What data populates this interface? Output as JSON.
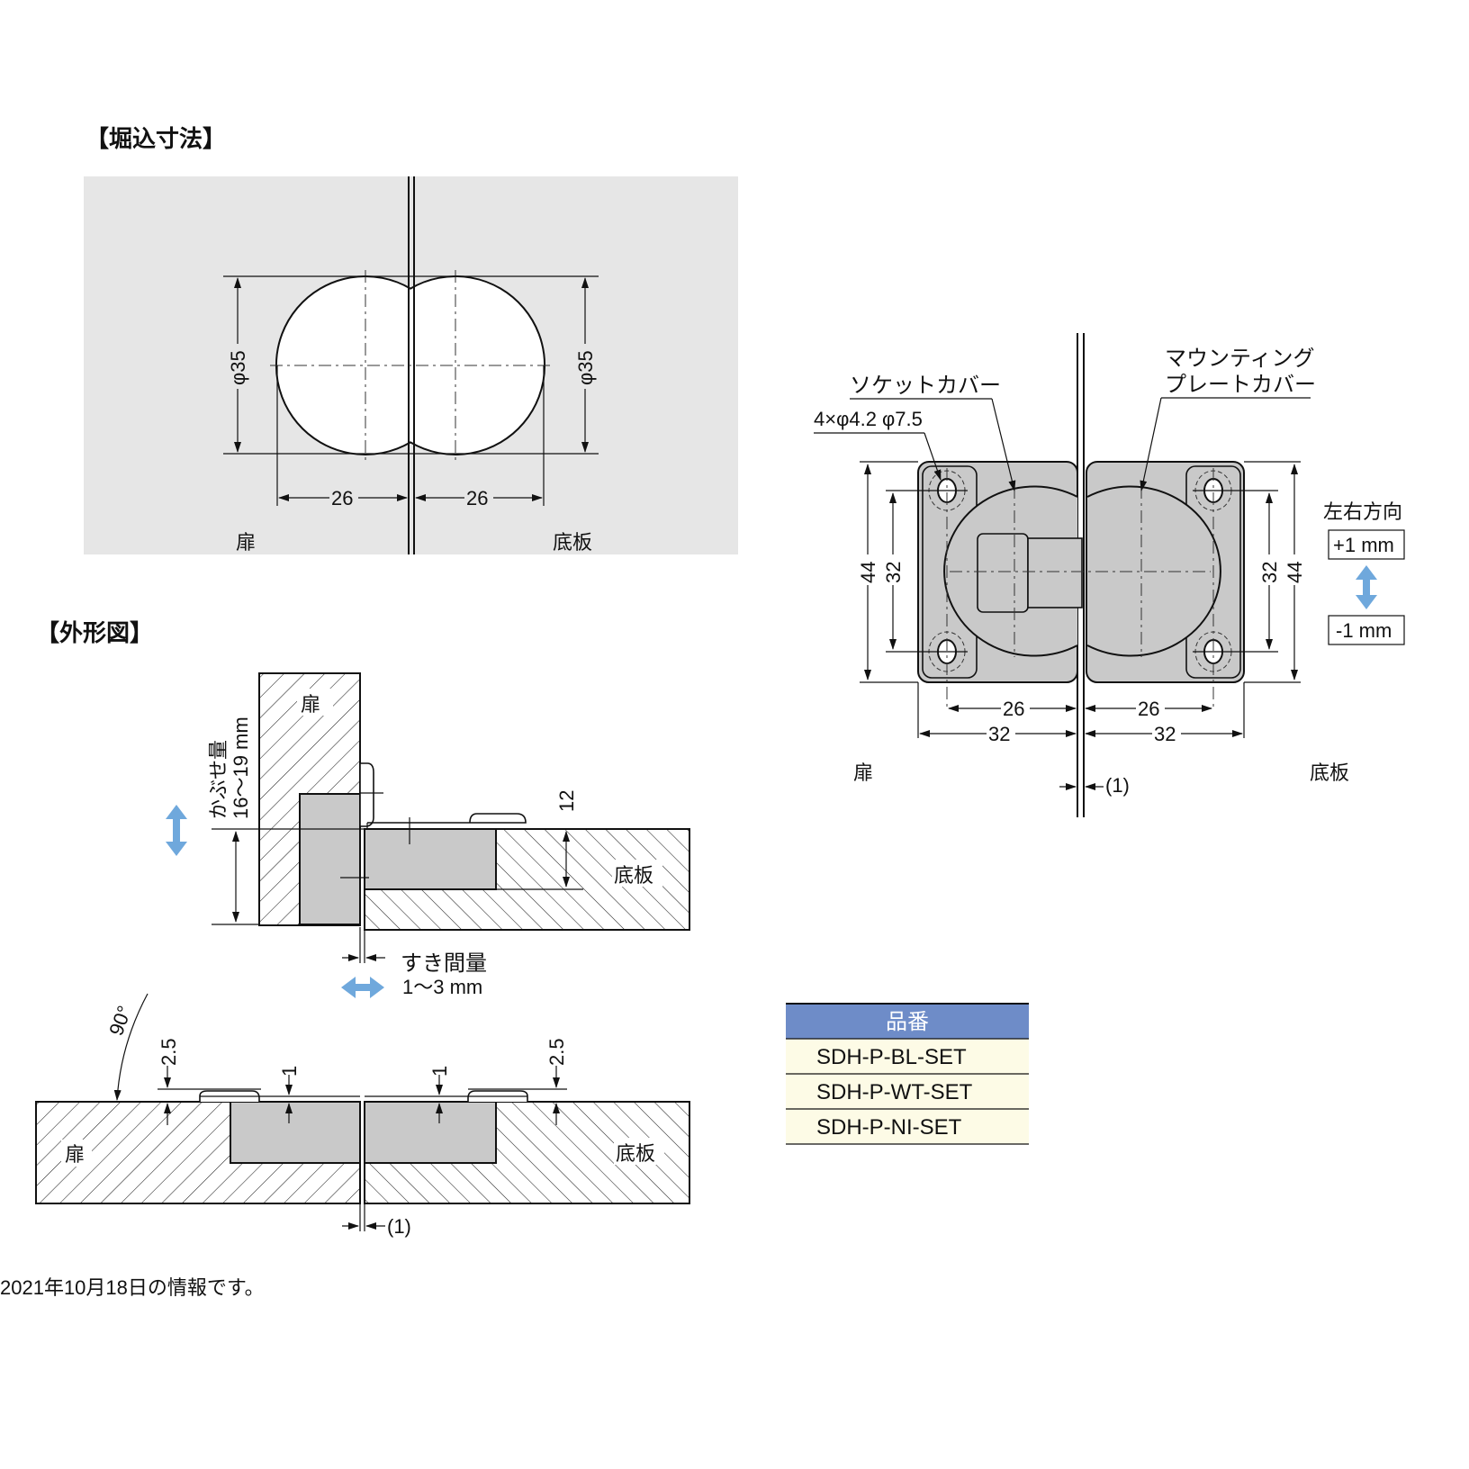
{
  "sections": {
    "recess_title": "【堀込寸法】",
    "outline_title": "【外形図】"
  },
  "recess": {
    "dia_left": "φ35",
    "dia_right": "φ35",
    "dim_left": "26",
    "dim_right": "26",
    "label_door": "扉",
    "label_base": "底板"
  },
  "side_view": {
    "label_door": "扉",
    "label_base": "底板",
    "overlay_label": "かぶせ量",
    "overlay_range": "16〜19 mm",
    "dim_12": "12",
    "gap_label": "すき間量",
    "gap_range": "1〜3 mm"
  },
  "open_view": {
    "angle": "90°",
    "dim_left_25": "2.5",
    "dim_right_25": "2.5",
    "dim_left_1": "1",
    "dim_right_1": "1",
    "label_door": "扉",
    "label_base": "底板",
    "gap": "(1)"
  },
  "top_view": {
    "socket_cover": "ソケットカバー",
    "mounting_line1": "マウンティング",
    "mounting_line2": "プレートカバー",
    "holes": "4×φ4.2 φ7.5",
    "dim_44_left": "44",
    "dim_32_left": "32",
    "dim_32_right": "32",
    "dim_44_right": "44",
    "dim_26_left": "26",
    "dim_26_right": "26",
    "dim_32_bottom_left": "32",
    "dim_32_bottom_right": "32",
    "label_door": "扉",
    "label_base": "底板",
    "gap": "(1)",
    "adjust_label": "左右方向",
    "adjust_plus": "+1 mm",
    "adjust_minus": "-1 mm"
  },
  "parts_table": {
    "header": "品番",
    "rows": [
      "SDH-P-BL-SET",
      "SDH-P-WT-SET",
      "SDH-P-NI-SET"
    ],
    "header_color": "#6e8cc8",
    "row_color": "#fdfbe6"
  },
  "colors": {
    "arrow": "#6fa8dc",
    "part": "#c9c9c9",
    "panel": "#e6e6e6"
  },
  "footer": "2021年10月18日の情報です。"
}
